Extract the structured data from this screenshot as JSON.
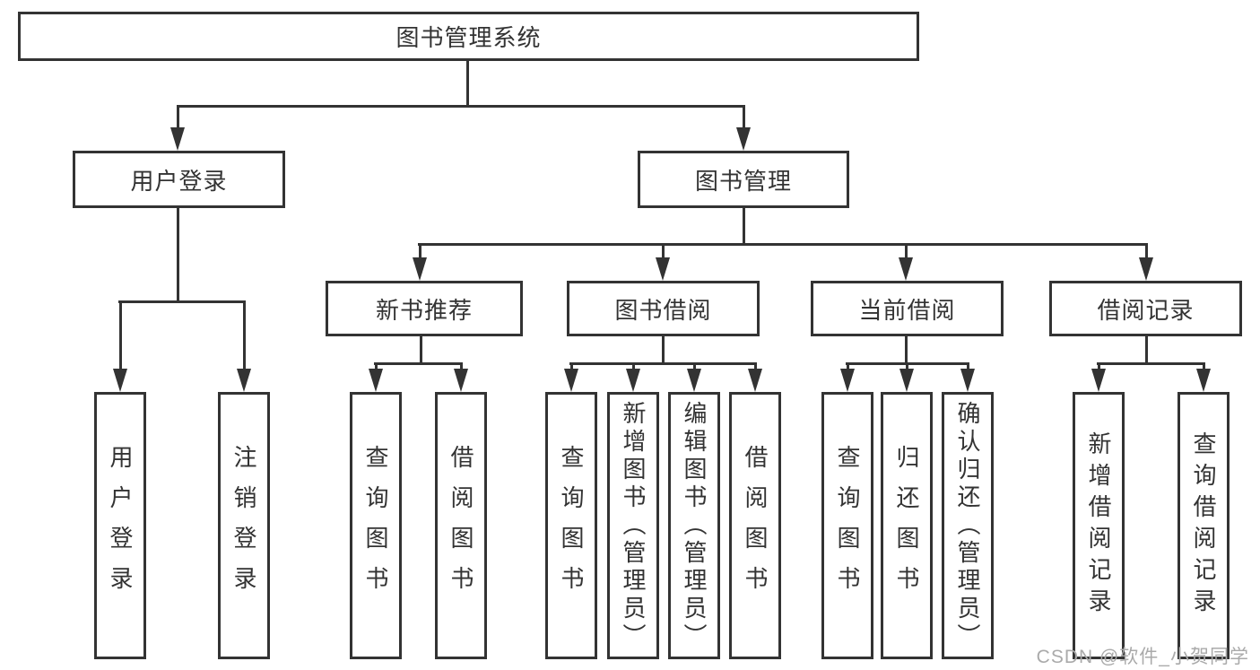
{
  "tree": {
    "title": "图书管理系统",
    "children": [
      {
        "label": "用户登录",
        "children": [
          {
            "label": "用户登录"
          },
          {
            "label": "注销登录"
          }
        ]
      },
      {
        "label": "图书管理",
        "children": [
          {
            "label": "新书推荐",
            "children": [
              {
                "label": "查询图书"
              },
              {
                "label": "借阅图书"
              }
            ]
          },
          {
            "label": "图书借阅",
            "children": [
              {
                "label": "查询图书"
              },
              {
                "label": "新增图书（管理员）"
              },
              {
                "label": "编辑图书（管理员）"
              },
              {
                "label": "借阅图书"
              }
            ]
          },
          {
            "label": "当前借阅",
            "children": [
              {
                "label": "查询图书"
              },
              {
                "label": "归还图书"
              },
              {
                "label": "确认归还（管理员）"
              }
            ]
          },
          {
            "label": "借阅记录",
            "children": [
              {
                "label": "新增借阅记录"
              },
              {
                "label": "查询借阅记录"
              }
            ]
          }
        ]
      }
    ]
  },
  "watermark": {
    "text": "CSDN @软件_小贺同学"
  },
  "colors": {
    "line": "#333333",
    "text": "#333333",
    "box_background": "#ffffff",
    "watermark": "#aaaaaa"
  }
}
